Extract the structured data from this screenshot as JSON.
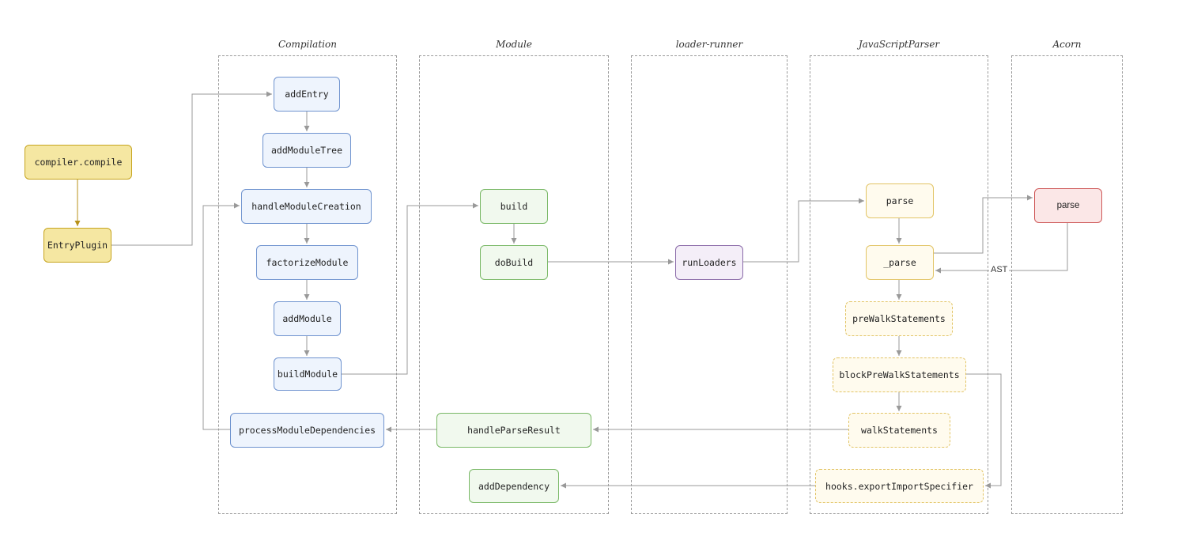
{
  "lanes": {
    "compilation": "Compilation",
    "module": "Module",
    "loader_runner": "loader-runner",
    "parser": "JavaScriptParser",
    "acorn": "Acorn"
  },
  "nodes": {
    "compiler_compile": "compiler.compile",
    "entry_plugin": "EntryPlugin",
    "add_entry": "addEntry",
    "add_module_tree": "addModuleTree",
    "handle_module_creation": "handleModuleCreation",
    "factorize_module": "factorizeModule",
    "add_module": "addModule",
    "build_module": "buildModule",
    "process_module_dependencies": "processModuleDependencies",
    "build": "build",
    "do_build": "doBuild",
    "handle_parse_result": "handleParseResult",
    "add_dependency": "addDependency",
    "run_loaders": "runLoaders",
    "parse": "parse",
    "_parse": "_parse",
    "pre_walk_statements": "preWalkStatements",
    "block_pre_walk_statements": "blockPreWalkStatements",
    "walk_statements": "walkStatements",
    "hooks_export_import_specifier": "hooks.exportImportSpecifier",
    "acorn_parse": "parse"
  },
  "edge_labels": {
    "ast": "AST"
  },
  "colors": {
    "entry": "#c6a41e",
    "compilation": "#6f93cf",
    "module": "#79b866",
    "loader_runner": "#8a6aa8",
    "parser": "#e2c465",
    "acorn": "#cf5a5a",
    "connector": "#999999"
  }
}
